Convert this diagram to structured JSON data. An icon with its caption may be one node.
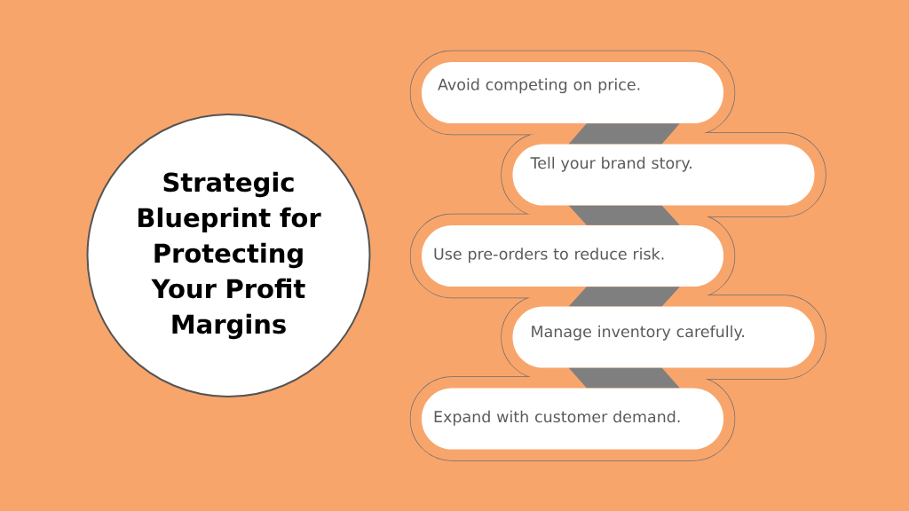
{
  "diagram": {
    "nodes": [
      {
        "text": [
          "Strategic Blueprint for Protecting Your Profit Margins"
        ]
      },
      {
        "text": [
          "Avoid competing on price."
        ]
      },
      {
        "text": [
          "Tell your brand story."
        ]
      },
      {
        "text": [
          "Use pre-orders to reduce risk."
        ]
      },
      {
        "text": [
          "Manage inventory carefully."
        ]
      },
      {
        "text": [
          "Expand with customer demand."
        ]
      }
    ],
    "edges": [
      {
        "from": 1,
        "to": 2,
        "arrow": "none"
      },
      {
        "from": 2,
        "to": 3,
        "arrow": "none"
      },
      {
        "from": 3,
        "to": 4,
        "arrow": "none"
      },
      {
        "from": 4,
        "to": 5,
        "arrow": "none"
      }
    ]
  }
}
